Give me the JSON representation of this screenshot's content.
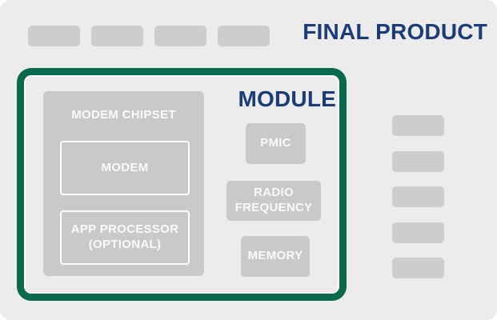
{
  "header": {
    "title": "FINAL PRODUCT"
  },
  "module": {
    "title": "MODULE",
    "modem_chipset": {
      "label": "MODEM CHIPSET",
      "modem": "MODEM",
      "app_processor": "APP PROCESSOR\n(OPTIONAL)"
    },
    "pmic": "PMIC",
    "radio_frequency": "RADIO\nFREQUENCY",
    "memory": "MEMORY"
  },
  "placeholders": {
    "top_chip_count": "4",
    "side_chip_count": "5"
  },
  "colors": {
    "navy": "#1b3c78",
    "green": "#0b6a4e",
    "background": "#ececec",
    "box_gray": "#c9c9c9",
    "chip_gray": "#cdcdcd",
    "text_white": "#fafafa"
  }
}
